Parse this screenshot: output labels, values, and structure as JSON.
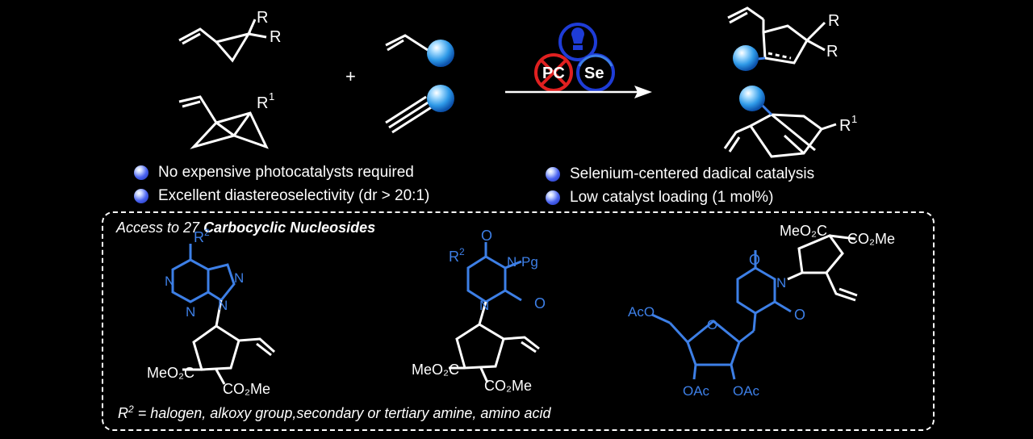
{
  "reaction": {
    "plus": "+",
    "catalyst_pc": "PC",
    "catalyst_se": "Se",
    "reactant_labels": {
      "R_top": "R",
      "R_bottom": "R",
      "R1_base": "R",
      "R1_sup": "1"
    },
    "product_labels": {
      "R_top": "R",
      "R_bottom": "R",
      "R1_base": "R",
      "R1_sup": "1"
    }
  },
  "features": {
    "left": [
      "No expensive photocatalysts required",
      "Excellent diastereoselectivity (dr > 20:1)"
    ],
    "right": [
      "Selenium-centered dadical catalysis",
      "Low catalyst loading (1 mol%)"
    ]
  },
  "box": {
    "heading_prefix": "Access to 27 ",
    "heading_bold": "Carbocyclic Nucleosides",
    "footer_r": "R",
    "footer_sup": "2",
    "footer_rest": " = halogen, alkoxy group,secondary or tertiary amine, amino acid"
  },
  "nucleoside1": {
    "r2": "R",
    "r2_sup": "2",
    "n_labels": [
      "N",
      "N",
      "N",
      "N"
    ],
    "ester_left": "MeO₂C",
    "ester_bottom": "CO₂Me"
  },
  "nucleoside2": {
    "r2": "R",
    "r2_sup": "2",
    "o_top": "O",
    "o_right": "O",
    "n_top": "N",
    "pg": "Pg",
    "n_bottom": "N",
    "ester_left": "MeO₂C",
    "ester_bottom": "CO₂Me"
  },
  "nucleoside3": {
    "ester_top": "MeO₂C",
    "ester_right": "CO₂Me",
    "o_top": "O",
    "o_right": "O",
    "n_right": "N",
    "aco": "AcO",
    "ring_o": "O",
    "oac_left": "OAc",
    "oac_right": "OAc"
  },
  "colors": {
    "blue": "#3d7fe6",
    "red": "#e02020",
    "bg": "#000000",
    "ink": "#ffffff"
  }
}
